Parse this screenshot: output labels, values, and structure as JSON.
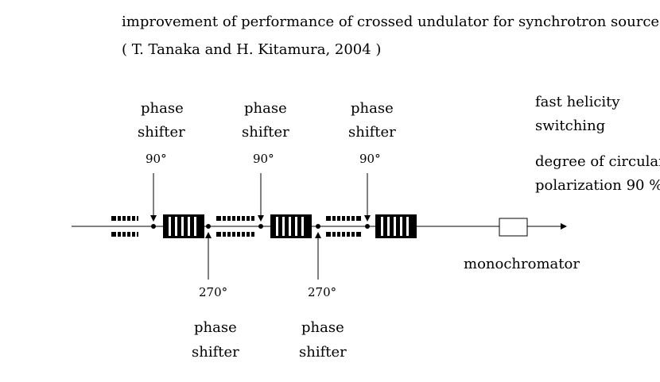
{
  "header": {
    "title": "improvement of performance of crossed undulator for synchrotron sources",
    "citation": "( T. Tanaka and H. Kitamura, 2004 )"
  },
  "phase_shifters_top": [
    {
      "line1": "phase",
      "line2": "shifter",
      "angle": "90°"
    },
    {
      "line1": "phase",
      "line2": "shifter",
      "angle": "90°"
    },
    {
      "line1": "phase",
      "line2": "shifter",
      "angle": "90°"
    }
  ],
  "phase_shifters_bottom": [
    {
      "angle": "270°",
      "line1": "phase",
      "line2": "shifter"
    },
    {
      "angle": "270°",
      "line1": "phase",
      "line2": "shifter"
    }
  ],
  "right_notes": {
    "helicity_line1": "fast helicity",
    "helicity_line2": "switching",
    "polarization_line1": "degree of circular",
    "polarization_line2": "polarization 90 %"
  },
  "monochromator_label": "monochromator"
}
